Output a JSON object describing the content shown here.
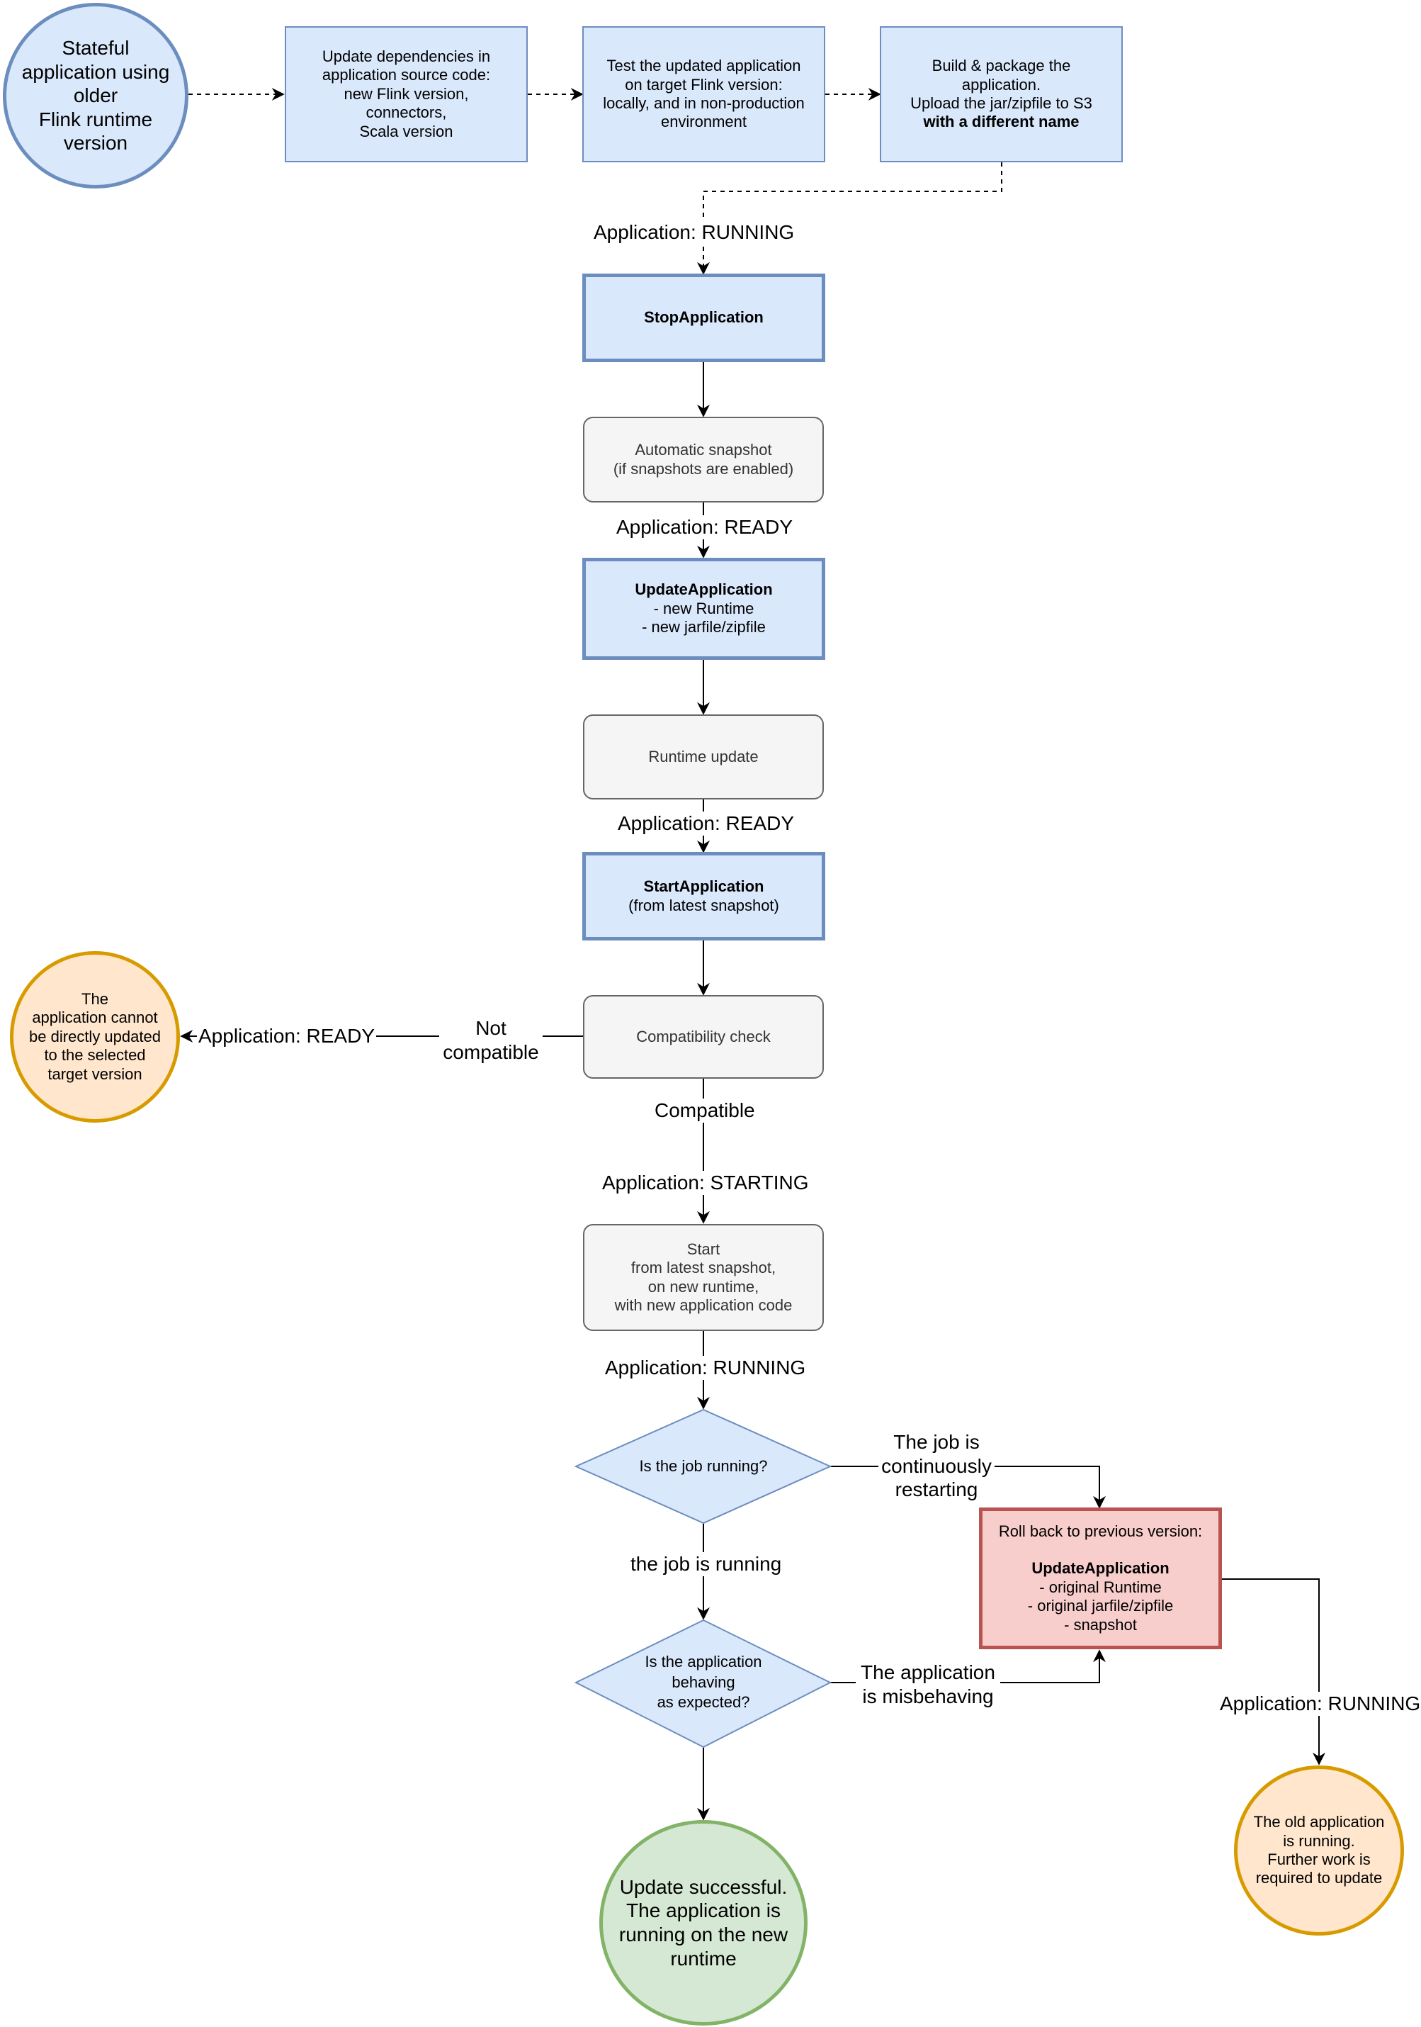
{
  "start": {
    "lines": [
      "Stateful",
      "application using",
      "older",
      "Flink runtime",
      "version"
    ]
  },
  "step1": {
    "lines": [
      "Update dependencies in",
      "application source code:",
      "new Flink version,",
      "connectors,",
      "Scala version"
    ]
  },
  "step2": {
    "lines": [
      "Test the updated application",
      "on target Flink version:",
      "locally, and in non-production",
      "environment"
    ]
  },
  "step3": {
    "lines": [
      "Build & package the",
      "application.",
      "Upload the jar/zipfile to S3"
    ],
    "bold_line": "with a different name"
  },
  "label_running1": "Application: RUNNING",
  "stop": {
    "title": "StopApplication"
  },
  "snapshot": {
    "lines": [
      "Automatic snapshot",
      "(if snapshots are enabled)"
    ]
  },
  "label_ready1": "Application: READY",
  "update": {
    "title": "UpdateApplication",
    "lines": [
      "- new Runtime",
      "- new jarfile/zipfile"
    ]
  },
  "runtime_update": {
    "text": "Runtime update"
  },
  "label_ready2": "Application: READY",
  "startapp": {
    "title": "StartApplication",
    "lines": [
      "(from latest snapshot)"
    ]
  },
  "compat": {
    "text": "Compatibility check"
  },
  "not_compatible": {
    "lines": [
      "Not",
      "compatible"
    ]
  },
  "label_ready3": "Application: READY",
  "cannot_update": {
    "lines": [
      "The",
      "application cannot",
      "be directly updated",
      "to the selected",
      "target version"
    ]
  },
  "label_compatible": "Compatible",
  "label_starting": "Application: STARTING",
  "start_node": {
    "lines": [
      "Start",
      "from latest snapshot,",
      "on new runtime,",
      "with new application code"
    ]
  },
  "label_running2": "Application: RUNNING",
  "job_running_q": {
    "lines": [
      "Is the job running?"
    ]
  },
  "restarting": {
    "lines": [
      "The job is",
      "continuously",
      "restarting"
    ]
  },
  "label_job_running": "the job is running",
  "rollback": {
    "heading": "Roll back to previous version:",
    "title": "UpdateApplication",
    "lines": [
      "- original Runtime",
      "- original jarfile/zipfile",
      "- snapshot"
    ]
  },
  "behaving_q": {
    "lines": [
      "Is the application",
      "behaving",
      "as expected?"
    ]
  },
  "misbehaving": {
    "lines": [
      "The application",
      "is misbehaving"
    ]
  },
  "label_running3": "Application: RUNNING",
  "old_running": {
    "lines": [
      "The old application",
      "is running.",
      "Further work is",
      "required to update"
    ]
  },
  "success": {
    "lines": [
      "Update successful.",
      "The application is",
      "running on the new",
      "runtime"
    ]
  },
  "colors": {
    "blue_fill": "#dae8fc",
    "blue_stroke": "#6c8ebf",
    "gray_fill": "#f5f5f5",
    "gray_stroke": "#666666",
    "orange_fill": "#ffe6cc",
    "orange_stroke": "#d79b00",
    "green_fill": "#d5e8d4",
    "green_stroke": "#82b366",
    "red_fill": "#f8cecc",
    "red_stroke": "#b85450"
  }
}
